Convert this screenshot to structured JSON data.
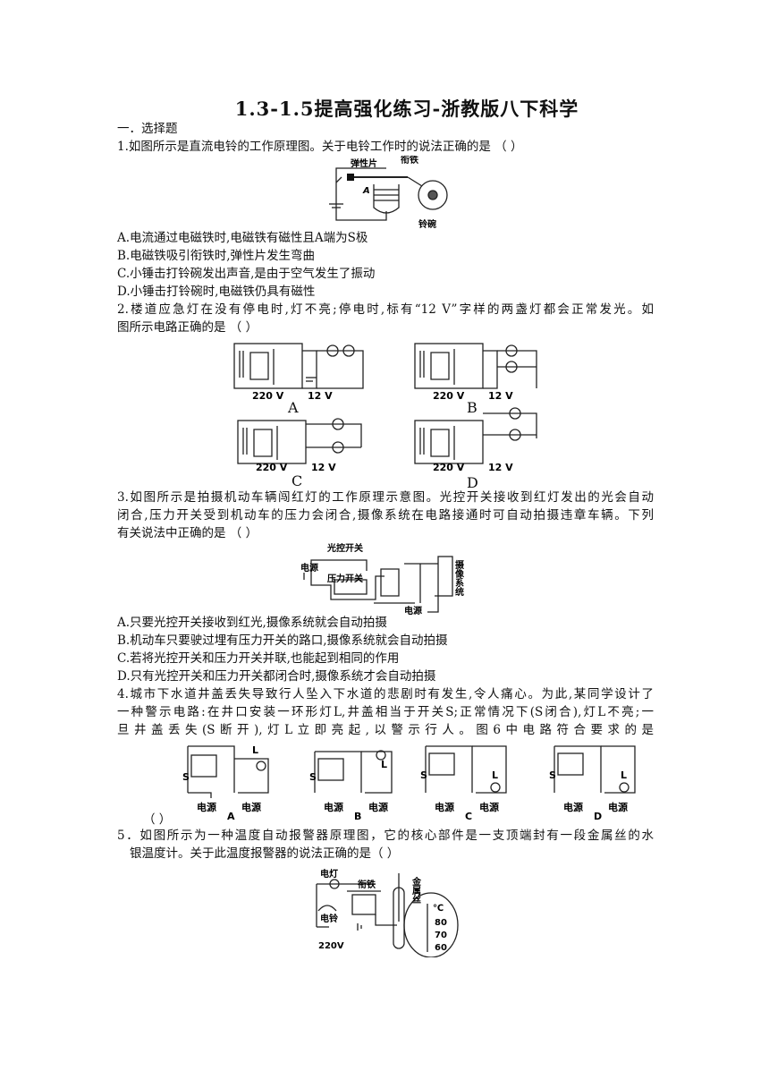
{
  "title": "1.3-1.5提高强化练习-浙教版八下科学",
  "section": "一．选择题",
  "q1": {
    "stem": "1.如图所示是直流电铃的工作原理图。关于电铃工作时的说法正确的是 （ ）",
    "labels": {
      "spring": "弹性片",
      "armature": "衔铁",
      "a": "A",
      "bowl": "铃碗"
    },
    "options": [
      "A.电流通过电磁铁时,电磁铁有磁性且A端为S极",
      "B.电磁铁吸引衔铁时,弹性片发生弯曲",
      "C.小锤击打铃碗发出声音,是由于空气发生了振动",
      "D.小锤击打铃碗时,电磁铁仍具有磁性"
    ]
  },
  "q2": {
    "stem_line1": "2.楼道应急灯在没有停电时,灯不亮;停电时,标有“12 V”字样的两盏灯都会正常发光。如",
    "stem_line2": "图所示电路正确的是 （ ）",
    "v220": "220 V",
    "v12": "12 V",
    "options": [
      "A",
      "B",
      "C",
      "D"
    ]
  },
  "q3": {
    "stem_line1": "3.如图所示是拍摄机动车辆闯红灯的工作原理示意图。光控开关接收到红灯发出的光会自动",
    "stem_line2": "闭合,压力开关受到机动车的压力会闭合,摄像系统在电路接通时可自动拍摄违章车辆。下列",
    "stem_line3": "有关说法中正确的是 （ ）",
    "labels": {
      "light_switch": "光控开关",
      "power1": "电源",
      "pressure_switch": "压力开关",
      "power2": "电源",
      "camera": "摄像系统"
    },
    "options": [
      "A.只要光控开关接收到红光,摄像系统就会自动拍摄",
      "B.机动车只要驶过埋有压力开关的路口,摄像系统就会自动拍摄",
      "C.若将光控开关和压力开关并联,也能起到相同的作用",
      "D.只有光控开关和压力开关都闭合时,摄像系统才会自动拍摄"
    ]
  },
  "q4": {
    "stem_line1": "4.城市下水道井盖丢失导致行人坠入下水道的悲剧时有发生,令人痛心。为此,某同学设计了",
    "stem_line2": "一种警示电路:在井口安装一环形灯L,井盖相当于开关S;正常情况下(S闭合),灯L不亮;一",
    "stem_line3": "旦井盖丢失(S断开),灯L立即亮起,以警示行人。图6中电路符合要求的是",
    "paren": "（ ）",
    "s": "S",
    "l": "L",
    "power": "电源",
    "options": [
      "A",
      "B",
      "C",
      "D"
    ]
  },
  "q5": {
    "stem_line1": "5．如图所示为一种温度自动报警器原理图，它的核心部件是一支顶端封有一段金属丝的水",
    "stem_line2": "银温度计。关于此温度报警器的说法正确的是（ ）",
    "labels": {
      "lamp": "电灯",
      "armature": "衔铁",
      "bell": "电铃",
      "v": "220V",
      "wire": "金属丝",
      "unit": "℃",
      "t80": "80",
      "t70": "70",
      "t60": "60"
    }
  }
}
